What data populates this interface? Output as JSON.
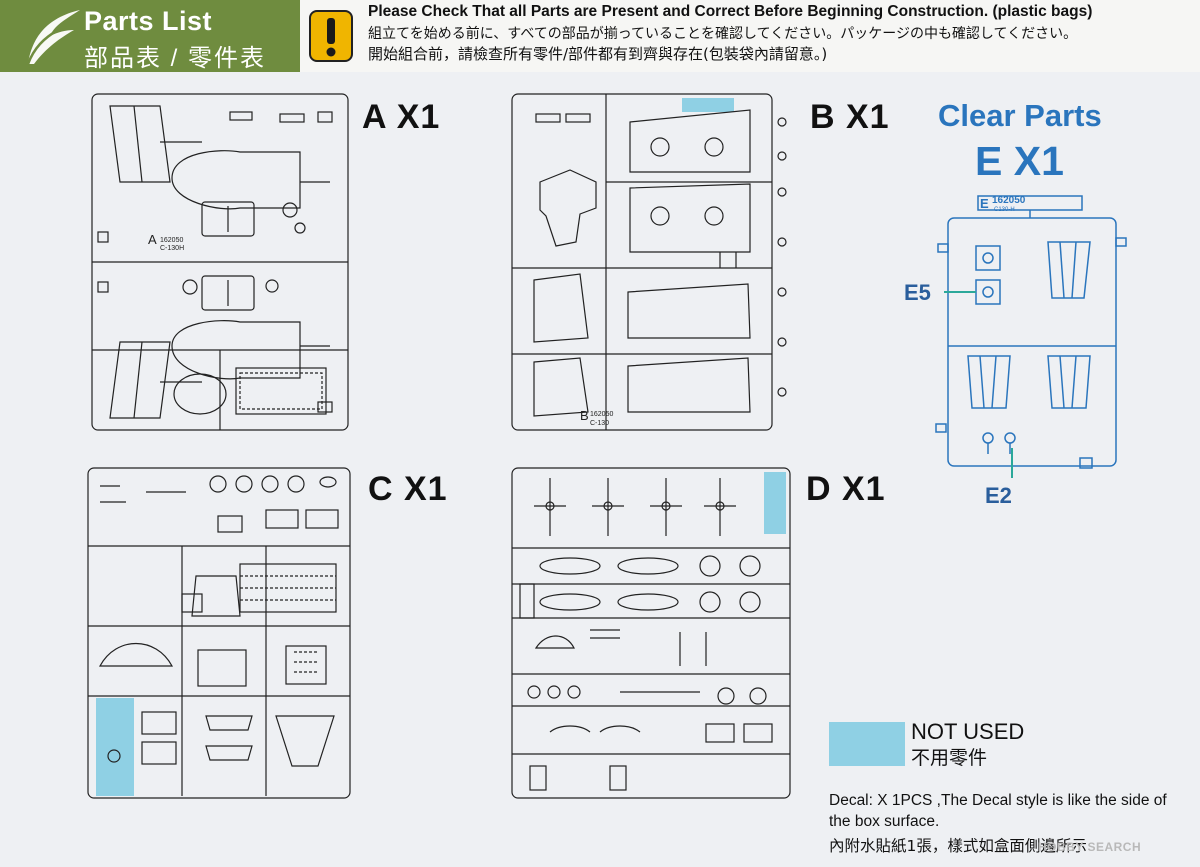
{
  "header": {
    "title_en": "Parts List",
    "title_cn": "部品表 / 零件表",
    "warning_icon": "exclamation-warning-icon",
    "warning_en": "Please Check That all Parts are Present and Correct Before Beginning Construction. (plastic bags)",
    "warning_jp": "組立てを始める前に、すべての部品が揃っていることを確認してください。パッケージの中も確認してください。",
    "warning_cn": "開始組合前，請檢查所有零件/部件都有到齊與存在(包裝袋內請留意。)"
  },
  "sprues": [
    {
      "label": "A X1",
      "code": "A",
      "number": "162050",
      "sub": "C-130H"
    },
    {
      "label": "B X1",
      "code": "B",
      "number": "162050",
      "sub": "C-130"
    },
    {
      "label": "C X1",
      "code": "C"
    },
    {
      "label": "D X1",
      "code": "D"
    }
  ],
  "clear_parts": {
    "title": "Clear Parts",
    "label": "E X1",
    "code": "E",
    "number": "162050",
    "sub": "C130-H",
    "callouts": [
      "E5",
      "E2"
    ]
  },
  "legend": {
    "swatch_color": "#8fd0e4",
    "label_en": "NOT USED",
    "label_cn": "不用零件"
  },
  "decal_note": {
    "en": "Decal: X 1PCS ,The Decal style is like the side of the box surface.",
    "cn": "內附水貼紙1張，樣式如盒面側邊所示"
  },
  "watermark": "HOBBY SEARCH",
  "colors": {
    "header_green": "#6f8c3f",
    "clear_blue": "#2a75bd",
    "warning_yellow": "#f0b500",
    "not_used": "#8fd0e4"
  }
}
